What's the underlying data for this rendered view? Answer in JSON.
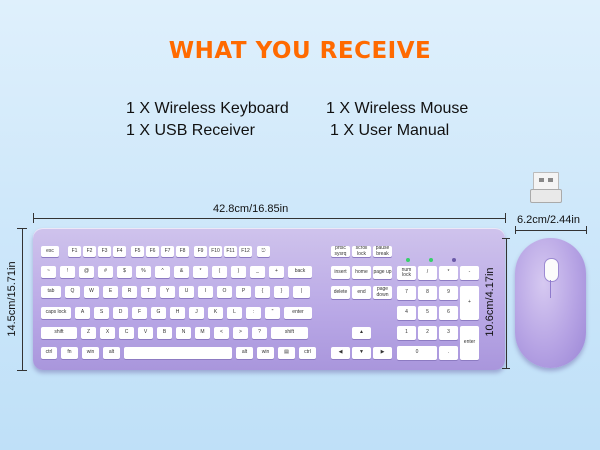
{
  "title": "WHAT YOU RECEIVE",
  "title_color": "#ff6a00",
  "items": [
    "1 X Wireless Keyboard",
    "1 X Wireless Mouse",
    "1 X USB Receiver",
    "1 X User Manual"
  ],
  "dimensions": {
    "keyboard_width": "42.8cm/16.85in",
    "keyboard_height": "14.5cm/15.71in",
    "mouse_width": "6.2cm/2.44in",
    "mouse_height": "10.6cm/4.17in"
  },
  "product_color": "#b7a6e6",
  "keyboard_keys": {
    "fn_row": [
      "esc",
      "F1",
      "F2",
      "F3",
      "F4",
      "F5",
      "F6",
      "F7",
      "F8",
      "F9",
      "F10",
      "F11",
      "F12",
      "⎋"
    ],
    "nav_top": [
      "prtsc sysrq",
      "scroll lock",
      "pause break"
    ],
    "row1": [
      "~",
      "!",
      "@",
      "#",
      "$",
      "%",
      "^",
      "&",
      "*",
      "(",
      ")",
      "_",
      "+",
      "back"
    ],
    "row2": [
      "tab",
      "Q",
      "W",
      "E",
      "R",
      "T",
      "Y",
      "U",
      "I",
      "O",
      "P",
      "{",
      "}",
      "|"
    ],
    "row3": [
      "caps lock",
      "A",
      "S",
      "D",
      "F",
      "G",
      "H",
      "J",
      "K",
      "L",
      ":",
      "\"",
      "enter"
    ],
    "row4": [
      "shift",
      "Z",
      "X",
      "C",
      "V",
      "B",
      "N",
      "M",
      "<",
      ">",
      "?",
      "shift"
    ],
    "row5": [
      "ctrl",
      "fn",
      "win",
      "alt",
      "",
      "alt",
      "win",
      "▤",
      "ctrl"
    ],
    "nav": [
      "insert",
      "home",
      "page up",
      "delete",
      "end",
      "page down"
    ],
    "arrows": [
      "▲",
      "◀",
      "▼",
      "▶"
    ],
    "numpad": [
      "num lock",
      "/",
      "*",
      "-",
      "7",
      "8",
      "9",
      "+",
      "4",
      "5",
      "6",
      "1",
      "2",
      "3",
      "enter",
      "0",
      "."
    ]
  }
}
